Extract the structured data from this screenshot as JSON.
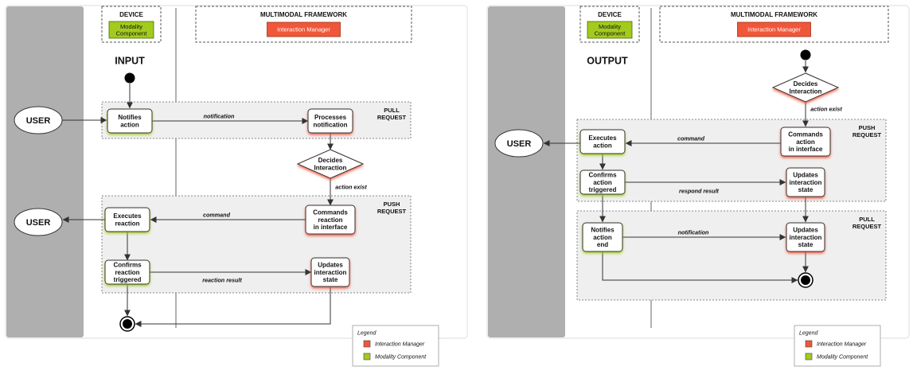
{
  "colors": {
    "interaction_manager": "#F0573A",
    "modality_component": "#A3CB1E",
    "user_lane": "#AFAFAF",
    "group_fill": "#EFEFEF"
  },
  "icons": [
    "start-node-icon",
    "end-node-icon",
    "arrow-head-icon"
  ],
  "panels": [
    {
      "title": "INPUT",
      "device_header": "DEVICE",
      "modality_component": "Modality\nComponent",
      "framework_header": "MULTIMODAL FRAMEWORK",
      "interaction_manager": "Interaction Manager",
      "user_labels": [
        "USER",
        "USER"
      ],
      "group_labels": [
        "PULL\nREQUEST",
        "PUSH\nREQUEST"
      ],
      "nodes": [
        {
          "text": "Notifies\naction",
          "kind": "modality"
        },
        {
          "text": "Processes\nnotification",
          "kind": "manager"
        },
        {
          "text": "Decides\nInteraction",
          "kind": "decision"
        },
        {
          "text": "Commands\nreaction\nin interface",
          "kind": "manager"
        },
        {
          "text": "Executes\nreaction",
          "kind": "modality"
        },
        {
          "text": "Confirms\nreaction\ntriggered",
          "kind": "modality"
        },
        {
          "text": "Updates\ninteraction\nstate",
          "kind": "manager"
        }
      ],
      "edge_labels": [
        "notification",
        "action exist",
        "command",
        "reaction result"
      ],
      "legend": {
        "title": "Legend",
        "items": [
          "Interaction Manager",
          "Modality Component"
        ]
      }
    },
    {
      "title": "OUTPUT",
      "device_header": "DEVICE",
      "modality_component": "Modality\nComponent",
      "framework_header": "MULTIMODAL FRAMEWORK",
      "interaction_manager": "Interaction Manager",
      "user_labels": [
        "USER"
      ],
      "group_labels": [
        "PUSH\nREQUEST",
        "PULL\nREQUEST"
      ],
      "nodes": [
        {
          "text": "Decides\nInteraction",
          "kind": "decision"
        },
        {
          "text": "Commands\naction\nin interface",
          "kind": "manager"
        },
        {
          "text": "Executes\naction",
          "kind": "modality"
        },
        {
          "text": "Confirms\naction\ntriggered",
          "kind": "modality"
        },
        {
          "text": "Updates\ninteraction\nstate",
          "kind": "manager"
        },
        {
          "text": "Notifies\naction\nend",
          "kind": "modality"
        },
        {
          "text": "Updates\ninteraction\nstate",
          "kind": "manager"
        }
      ],
      "edge_labels": [
        "action exist",
        "command",
        "respond result",
        "notification"
      ],
      "legend": {
        "title": "Legend",
        "items": [
          "Interaction Manager",
          "Modality Component"
        ]
      }
    }
  ]
}
